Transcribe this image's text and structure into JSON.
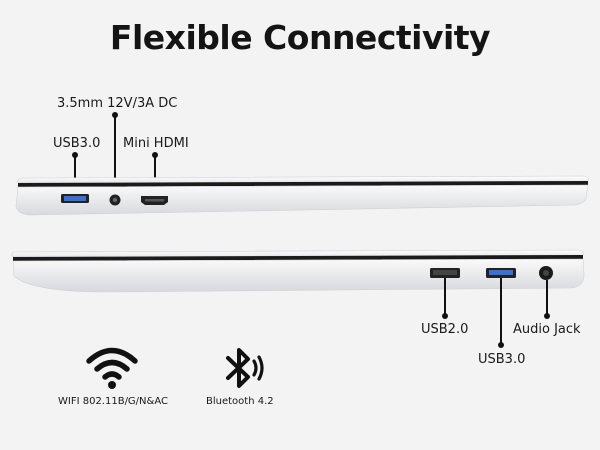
{
  "title": "Flexible Connectivity",
  "top_view": {
    "ports": {
      "dc_label": "3.5mm 12V/3A DC",
      "usb3_label": "USB3.0",
      "hdmi_label": "Mini HDMI"
    }
  },
  "bottom_view": {
    "ports": {
      "usb2_label": "USB2.0",
      "usb3_label": "USB3.0",
      "audio_label": "Audio Jack"
    }
  },
  "features": {
    "wifi_label": "WIFI 802.11B/G/N&AC",
    "bluetooth_label": "Bluetooth 4.2"
  },
  "colors": {
    "background": "#f3f3f3",
    "usb3_blue": "#3a6fd8",
    "chassis": "#e9eaed"
  }
}
